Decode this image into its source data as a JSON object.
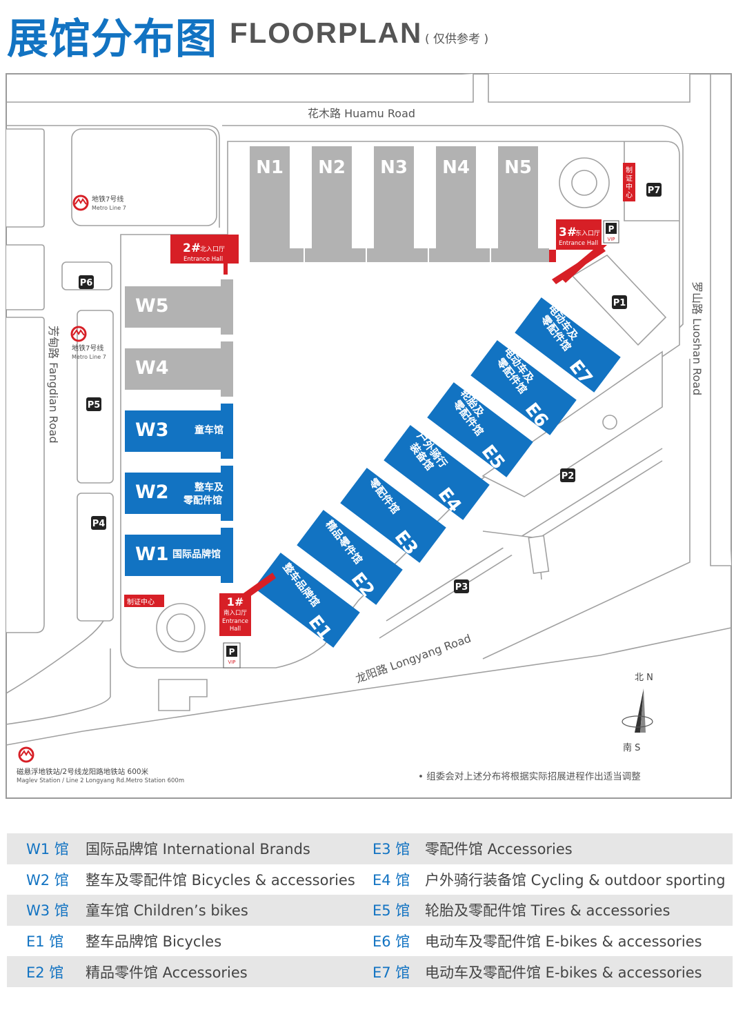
{
  "header": {
    "title_cn": "展馆分布图",
    "title_en": "FLOORPLAN",
    "note": "( 仅供参考 )"
  },
  "colors": {
    "accent_blue": "#1273c2",
    "red": "#d71f26",
    "gray_hall": "#b2b2b2",
    "road_stroke": "#a0a0a0"
  },
  "roads": {
    "north": "花木路  Huamu Road",
    "east": "罗山路  Luoshan Road",
    "west": "芳甸路  Fangdian Road",
    "south": "龙阳路  Longyang Road"
  },
  "metro": {
    "top_cn": "地铁7号线",
    "top_en": "Metro Line 7",
    "mid_cn": "地铁7号线",
    "mid_en": "Metro Line 7",
    "bottom_cn": "磁悬浮地铁站/2号线龙阳路地铁站  600米",
    "bottom_en": "Maglev Station / Line 2 Longyang Rd.Metro Station 600m"
  },
  "halls_north": [
    "N1",
    "N2",
    "N3",
    "N4",
    "N5"
  ],
  "halls_west": {
    "w5": "W5",
    "w4": "W4",
    "w3": {
      "code": "W3",
      "name": "童车馆"
    },
    "w2": {
      "code": "W2",
      "name_1": "整车及",
      "name_2": "零配件馆"
    },
    "w1": {
      "code": "W1",
      "name": "国际品牌馆"
    }
  },
  "halls_east": [
    {
      "code": "E1",
      "line1": "整车品牌馆",
      "line2": ""
    },
    {
      "code": "E2",
      "line1": "精品零件馆",
      "line2": ""
    },
    {
      "code": "E3",
      "line1": "零配件馆",
      "line2": ""
    },
    {
      "code": "E4",
      "line1": "户外骑行",
      "line2": "装备馆"
    },
    {
      "code": "E5",
      "line1": "轮胎及",
      "line2": "零配件馆"
    },
    {
      "code": "E6",
      "line1": "电动车及",
      "line2": "零配件馆"
    },
    {
      "code": "E7",
      "line1": "电动车及",
      "line2": "零配件馆"
    }
  ],
  "entrances": {
    "e1": {
      "num": "1#",
      "cn": "南入口厅",
      "en1": "Entrance",
      "en2": "Hall"
    },
    "e2": {
      "num": "2#",
      "cn": "北入口厅",
      "en": "Entrance Hall"
    },
    "e3": {
      "num": "3#",
      "cn": "东入口厅",
      "en": "Entrance Hall"
    }
  },
  "parking": {
    "p1": "P1",
    "p2": "P2",
    "p3": "P3",
    "p4": "P4",
    "p5": "P5",
    "p6": "P6",
    "p7": "P7",
    "p_symbol": "P",
    "vip": "VIP"
  },
  "certificate_center": "制证中心",
  "compass": {
    "north": "北 N",
    "south": "南 S"
  },
  "footnote": "• 组委会对上述分布将根据实际招展进程作出适当调整",
  "legend": [
    {
      "left_hall": "W1 馆",
      "left_desc": "国际品牌馆 International Brands",
      "right_hall": "E3 馆",
      "right_desc": "零配件馆 Accessories"
    },
    {
      "left_hall": "W2 馆",
      "left_desc": "整车及零配件馆 Bicycles & accessories",
      "right_hall": "E4 馆",
      "right_desc": "户外骑行装备馆 Cycling & outdoor sporting"
    },
    {
      "left_hall": "W3 馆",
      "left_desc": "童车馆 Children’s bikes",
      "right_hall": "E5 馆",
      "right_desc": "轮胎及零配件馆 Tires & accessories"
    },
    {
      "left_hall": "E1 馆",
      "left_desc": "整车品牌馆 Bicycles",
      "right_hall": "E6 馆",
      "right_desc": "电动车及零配件馆 E-bikes & accessories"
    },
    {
      "left_hall": "E2 馆",
      "left_desc": "精品零件馆 Accessories",
      "right_hall": "E7 馆",
      "right_desc": "电动车及零配件馆 E-bikes & accessories"
    }
  ]
}
